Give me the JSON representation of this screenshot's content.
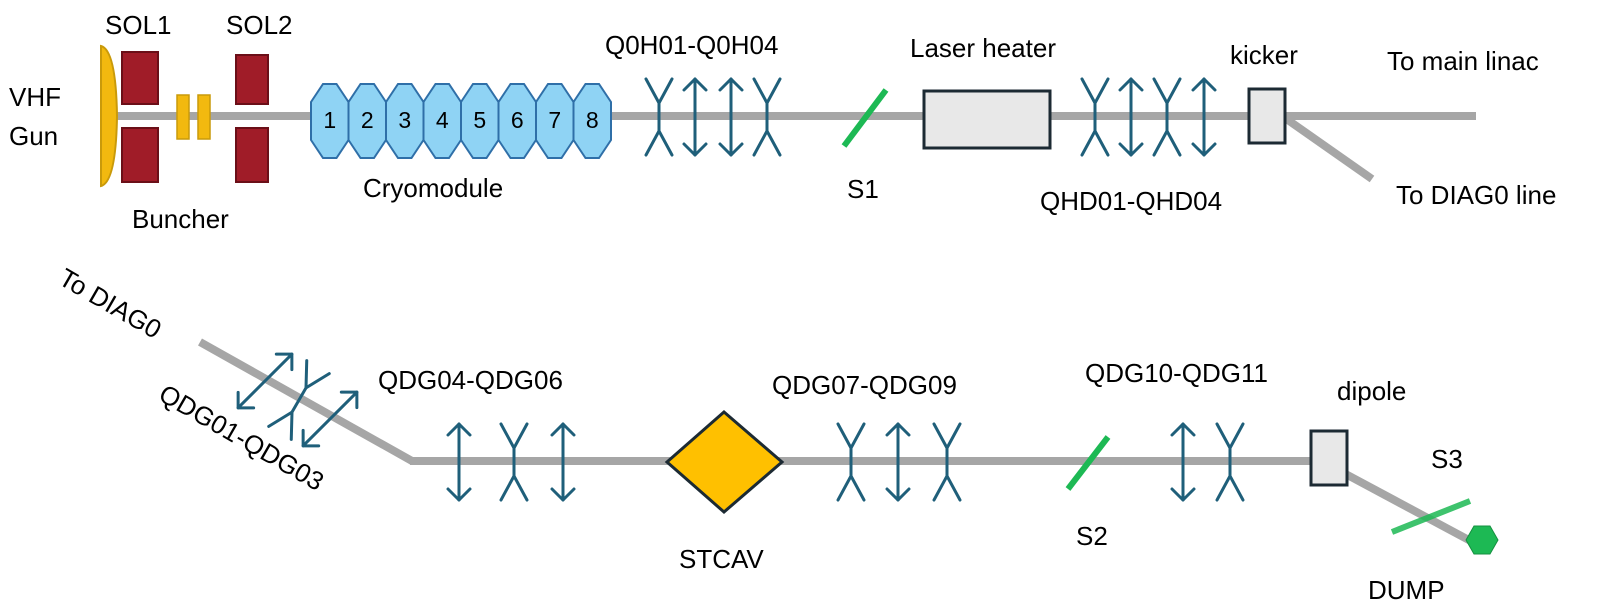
{
  "colors": {
    "beamline": "#a6a6a6",
    "solenoid": "#a01c28",
    "gun": "#f2b90f",
    "buncher": "#f2b90f",
    "cavity_fill": "#8fd3f4",
    "cavity_stroke": "#2f6fa8",
    "quad": "#1f5f7a",
    "screen": "#1db954",
    "box_fill": "#e8e8e8",
    "box_stroke": "#1c2a33",
    "stcav": "#ffc000",
    "dump": "#1db954"
  },
  "labels": {
    "vhf": "VHF",
    "gun": "Gun",
    "sol1": "SOL1",
    "sol2": "SOL2",
    "buncher": "Buncher",
    "cryomodule": "Cryomodule",
    "q0h": "Q0H01-Q0H04",
    "s1": "S1",
    "laser_heater": "Laser heater",
    "qhd": "QHD01-QHD04",
    "kicker": "kicker",
    "to_main_linac": "To main linac",
    "to_diag0_line": "To DIAG0 line",
    "to_diag0": "To DIAG0",
    "qdg01": "QDG01-QDG03",
    "qdg04": "QDG04-QDG06",
    "qdg07": "QDG07-QDG09",
    "qdg10": "QDG10-QDG11",
    "stcav": "STCAV",
    "s2": "S2",
    "dipole": "dipole",
    "s3": "S3",
    "dump": "DUMP"
  },
  "cavities": [
    "1",
    "2",
    "3",
    "4",
    "5",
    "6",
    "7",
    "8"
  ]
}
